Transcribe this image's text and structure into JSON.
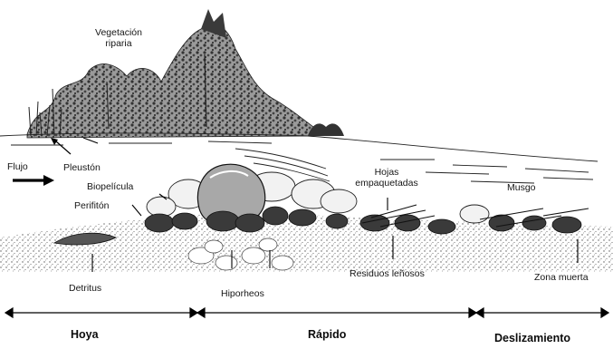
{
  "labels": {
    "vegetation_line1": "Vegetación",
    "vegetation_line2": "riparia",
    "flow": "Flujo",
    "pleuston": "Pleustón",
    "biofilm": "Biopelícula",
    "periphyton": "Perifitón",
    "packed_leaves_line1": "Hojas",
    "packed_leaves_line2": "empaquetadas",
    "moss": "Musgo",
    "detritus": "Detritus",
    "hyporheos": "Hiporheos",
    "woody_debris": "Residuos leñosos",
    "dead_zone": "Zona muerta"
  },
  "zones": {
    "pool": "Hoya",
    "riffle": "Rápido",
    "run": "Deslizamiento"
  },
  "colors": {
    "ink": "#111111",
    "stone_dark": "#3a3a3a",
    "stone_mid": "#6b6b6b",
    "stone_light": "#e8e8e8",
    "foliage": "#4a4a4a"
  }
}
